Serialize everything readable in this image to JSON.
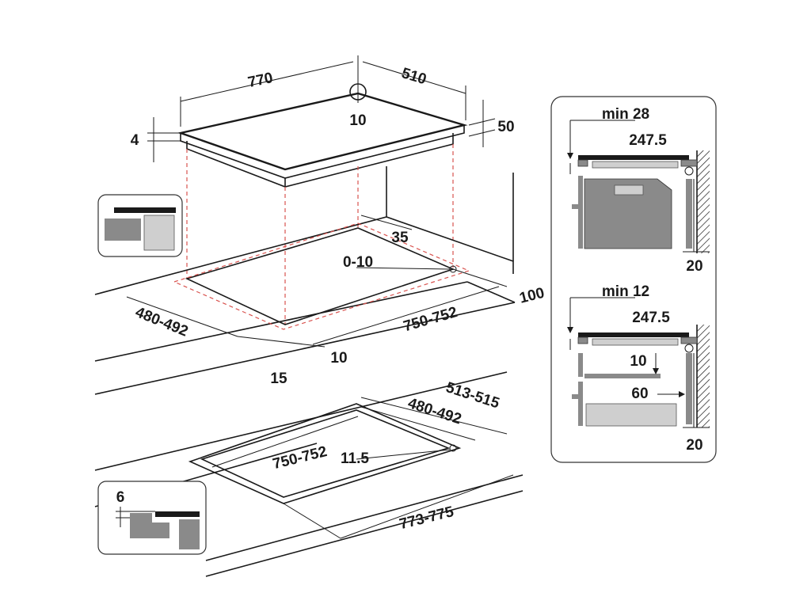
{
  "colors": {
    "line": "#1a1a1a",
    "cutout_dash": "#d9534f",
    "fill_dark": "#8a8a8a",
    "fill_light": "#cfcfcf",
    "panel_border": "#333333"
  },
  "hob": {
    "width": "770",
    "depth": "510",
    "corner_radius": "10",
    "glass_thickness": "4",
    "total_height": "50"
  },
  "cutout_standard": {
    "back_offset": "35",
    "corner_radius": "0-10",
    "width": "750-752",
    "depth": "480-492",
    "front_margin": "15",
    "side_margin": "10",
    "wall_gap": "100"
  },
  "cutout_flush": {
    "outer_depth": "513-515",
    "inner_depth": "480-492",
    "inner_width": "750-752",
    "corner_radius": "11.5",
    "outer_width": "773-775",
    "rebate_depth": "6"
  },
  "side_panel_top": {
    "min_label": "min 28",
    "distance": "247.5",
    "wall_gap": "20"
  },
  "side_panel_bottom": {
    "min_label": "min 12",
    "distance": "247.5",
    "vertical_gap": "10",
    "horizontal_gap": "60",
    "wall_gap": "20"
  }
}
